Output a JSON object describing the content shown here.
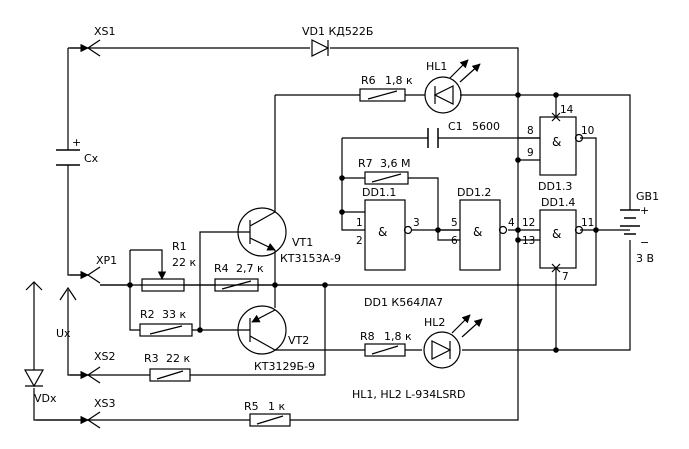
{
  "connectors": {
    "xs1": "XS1",
    "xs2": "XS2",
    "xs3": "XS3",
    "xp1": "XP1"
  },
  "components": {
    "vd1": "VD1  КД522Б",
    "hl1": "HL1",
    "r6": "R6",
    "r6_val": "1,8 к",
    "c1": "C1",
    "c1_val": "5600",
    "r7": "R7",
    "r7_val": "3,6 М",
    "dd1_1": "DD1.1",
    "dd1_2": "DD1.2",
    "dd1_3": "DD1.3",
    "dd1_4": "DD1.4",
    "gb1": "GB1",
    "gb1_val": "3 В",
    "r1": "R1",
    "r1_val": "22 к",
    "r4": "R4",
    "r4_val": "2,7 к",
    "vt1": "VT1",
    "vt1_type": "КТ3153А-9",
    "r2": "R2",
    "r2_val": "33 к",
    "vt2": "VT2",
    "vt2_type": "КТ3129Б-9",
    "r3": "R3",
    "r3_val": "22 к",
    "r8": "R8",
    "r8_val": "1,8 к",
    "hl2": "HL2",
    "r5": "R5",
    "r5_val": "1 к",
    "cx": "Cx",
    "ux": "Ux",
    "vdx": "VDx"
  },
  "notes": {
    "dd1": "DD1 К564ЛА7",
    "hl": "HL1, HL2 L-934LSRD"
  },
  "gate_symbol": "&",
  "pins": {
    "p1": "1",
    "p2": "2",
    "p3": "3",
    "p4": "4",
    "p5": "5",
    "p6": "6",
    "p7": "7",
    "p8": "8",
    "p9": "9",
    "p10": "10",
    "p11": "11",
    "p12": "12",
    "p13": "13",
    "p14": "14"
  },
  "polarity": {
    "plus": "+",
    "minus": "−"
  }
}
